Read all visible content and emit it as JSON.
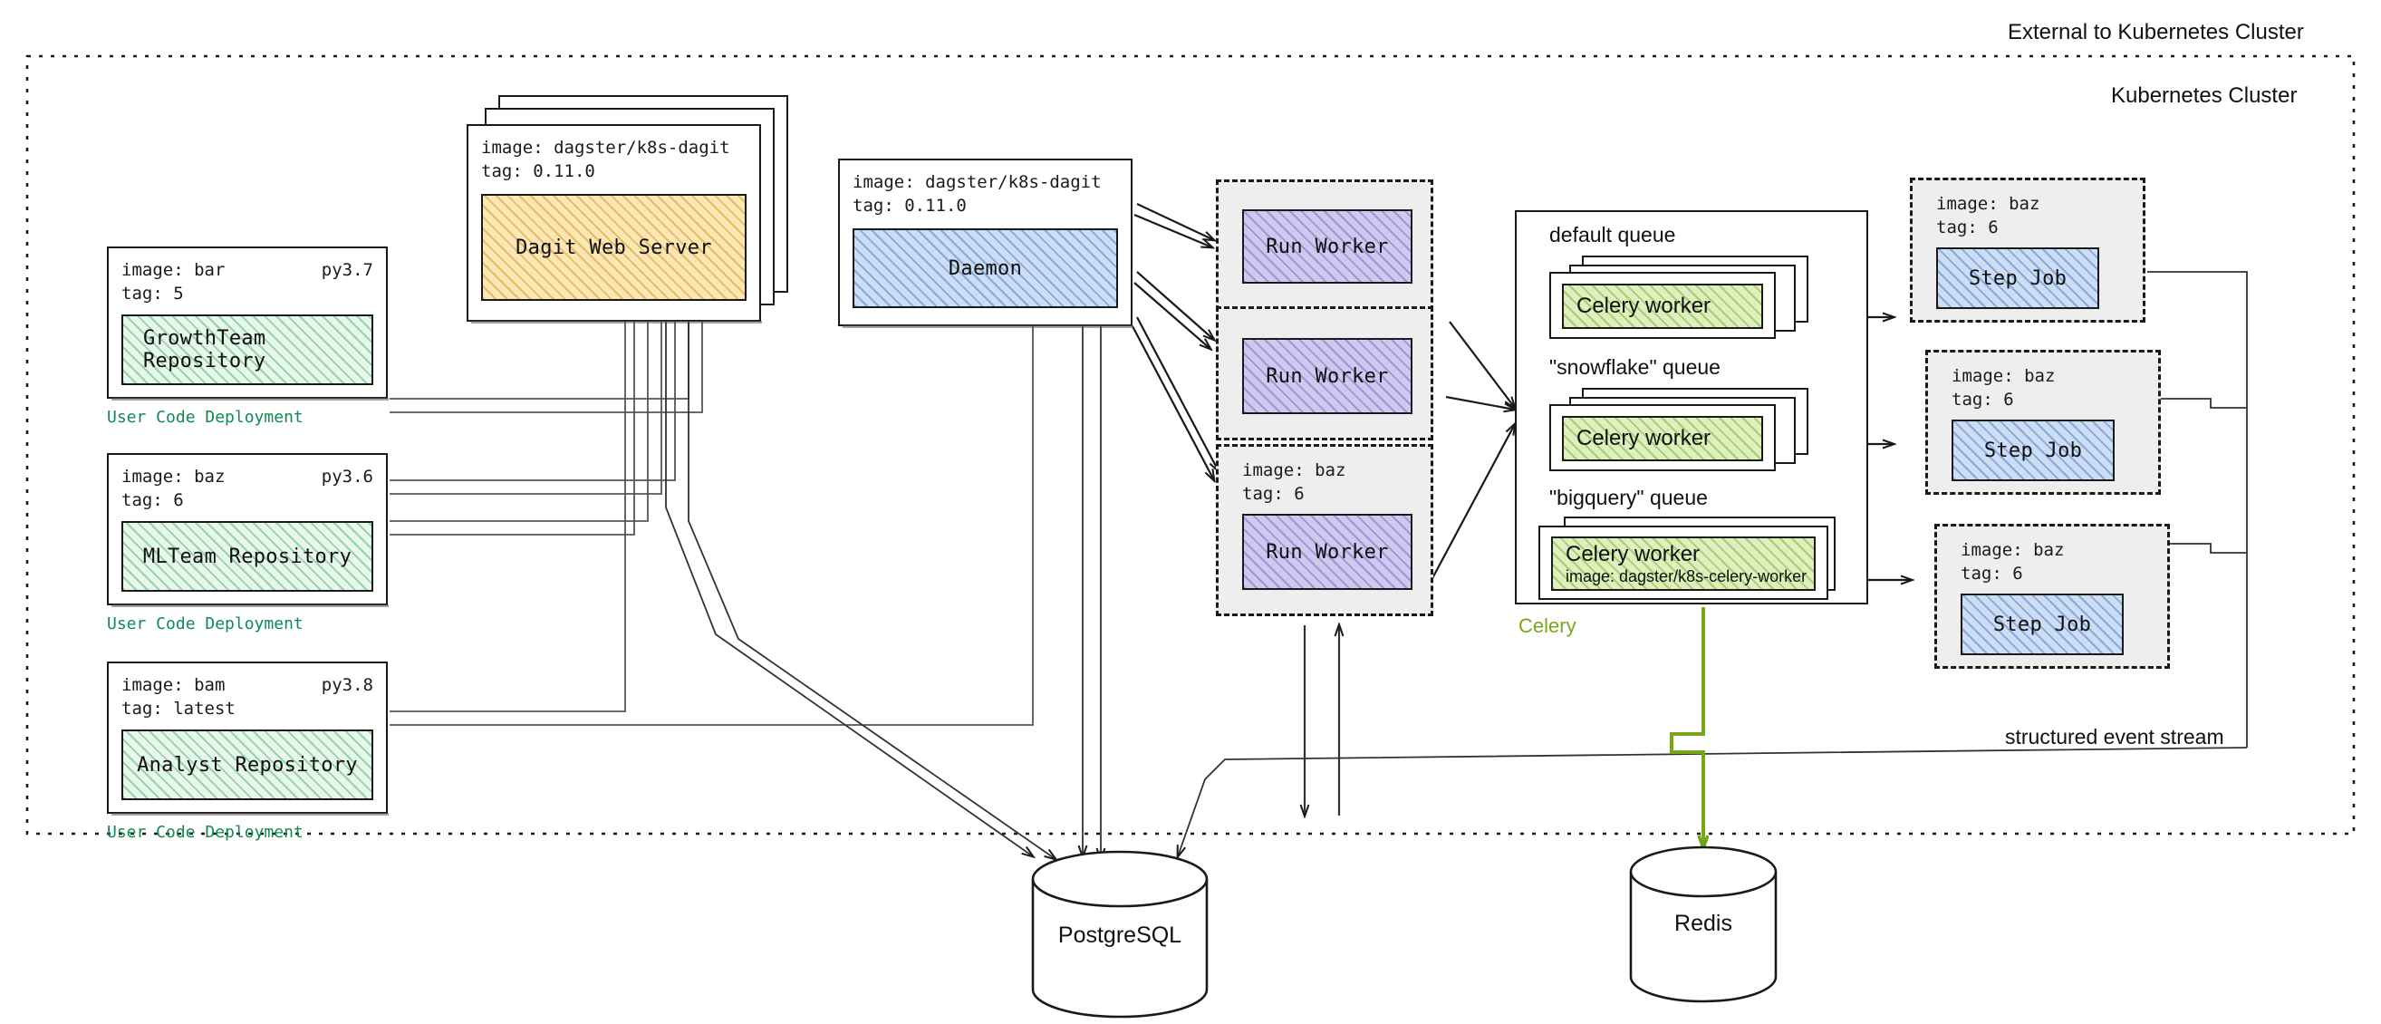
{
  "zones": {
    "external_label": "External to Kubernetes Cluster",
    "cluster_label": "Kubernetes Cluster",
    "event_stream_label": "structured event stream"
  },
  "user_code_deployments": [
    {
      "image": "image: bar",
      "python": "py3.7",
      "tag": "tag: 5",
      "repository": "GrowthTeam Repository",
      "caption": "User Code Deployment"
    },
    {
      "image": "image: baz",
      "python": "py3.6",
      "tag": "tag: 6",
      "repository": "MLTeam Repository",
      "caption": "User Code Deployment"
    },
    {
      "image": "image: bam",
      "python": "py3.8",
      "tag": "tag: latest",
      "repository": "Analyst Repository",
      "caption": "User Code Deployment"
    }
  ],
  "dagit": {
    "image": "image: dagster/k8s-dagit",
    "tag": "tag: 0.11.0",
    "title": "Dagit Web Server"
  },
  "daemon": {
    "image": "image: dagster/k8s-dagit",
    "tag": "tag: 0.11.0",
    "title": "Daemon"
  },
  "run_workers": [
    {
      "title": "Run Worker",
      "image": "",
      "tag": ""
    },
    {
      "title": "Run Worker",
      "image": "",
      "tag": ""
    },
    {
      "title": "Run Worker",
      "image": "image: baz",
      "tag": "tag: 6"
    }
  ],
  "celery": {
    "caption": "Celery",
    "queues": [
      {
        "name": "default queue",
        "worker": "Celery worker",
        "worker_image": ""
      },
      {
        "name": "\"snowflake\" queue",
        "worker": "Celery worker",
        "worker_image": ""
      },
      {
        "name": "\"bigquery\" queue",
        "worker": "Celery worker",
        "worker_image": "image: dagster/k8s-celery-worker"
      }
    ]
  },
  "step_jobs": [
    {
      "image": "image: baz",
      "tag": "tag: 6",
      "title": "Step Job"
    },
    {
      "image": "image: baz",
      "tag": "tag: 6",
      "title": "Step Job"
    },
    {
      "image": "image: baz",
      "tag": "tag: 6",
      "title": "Step Job"
    }
  ],
  "databases": [
    {
      "name": "PostgreSQL"
    },
    {
      "name": "Redis"
    }
  ],
  "colors": {
    "repository_fill": "#e8f7ec",
    "repository_stroke": "#52b671",
    "dagit_fill": "#fbe6b6",
    "dagit_stroke": "#d6a028",
    "daemon_fill": "#cddef4",
    "daemon_stroke": "#4a7ec7",
    "run_worker_fill": "#cfc9ef",
    "run_worker_stroke": "#6e5fbe",
    "celery_worker_fill": "#dff0c0",
    "celery_accent": "#76a818",
    "deployment_caption": "#108a52",
    "pod_fill": "#eeeeee",
    "line": "#1a1a1a"
  }
}
